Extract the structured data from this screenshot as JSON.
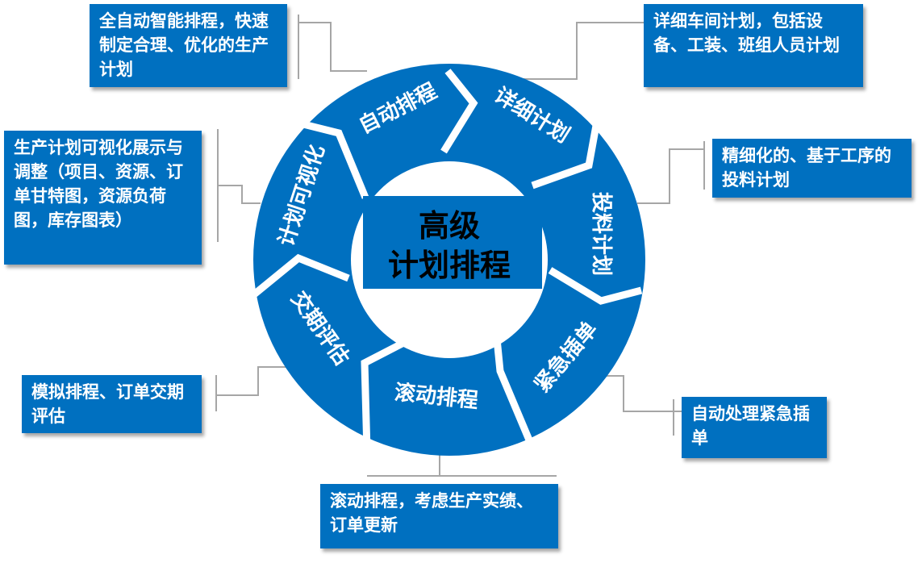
{
  "center_title": {
    "line1": "高级",
    "line2": "计划排程"
  },
  "segments": [
    {
      "label": "自动排程"
    },
    {
      "label": "详细计划"
    },
    {
      "label": "投料计划"
    },
    {
      "label": "紧急插单"
    },
    {
      "label": "滚动排程"
    },
    {
      "label": "交期评估"
    },
    {
      "label": "计划可视化"
    }
  ],
  "callouts": {
    "auto": "全自动智能排程，快速制定合理、优化的生产计划",
    "detail": "详细车间计划，包括设备、工装、班组人员计划",
    "visual": "生产计划可视化展示与调整（项目、资源、订单甘特图，资源负荷图，库存图表）",
    "material": "精细化的、基于工序的投料计划",
    "delivery": "模拟排程、订单交期评估",
    "urgent": "自动处理紧急插单",
    "rolling": "滚动排程，考虑生产实绩、订单更新"
  },
  "colors": {
    "ring": "#0070c0",
    "box": "#0070c0",
    "connector": "#a6a6a6"
  }
}
